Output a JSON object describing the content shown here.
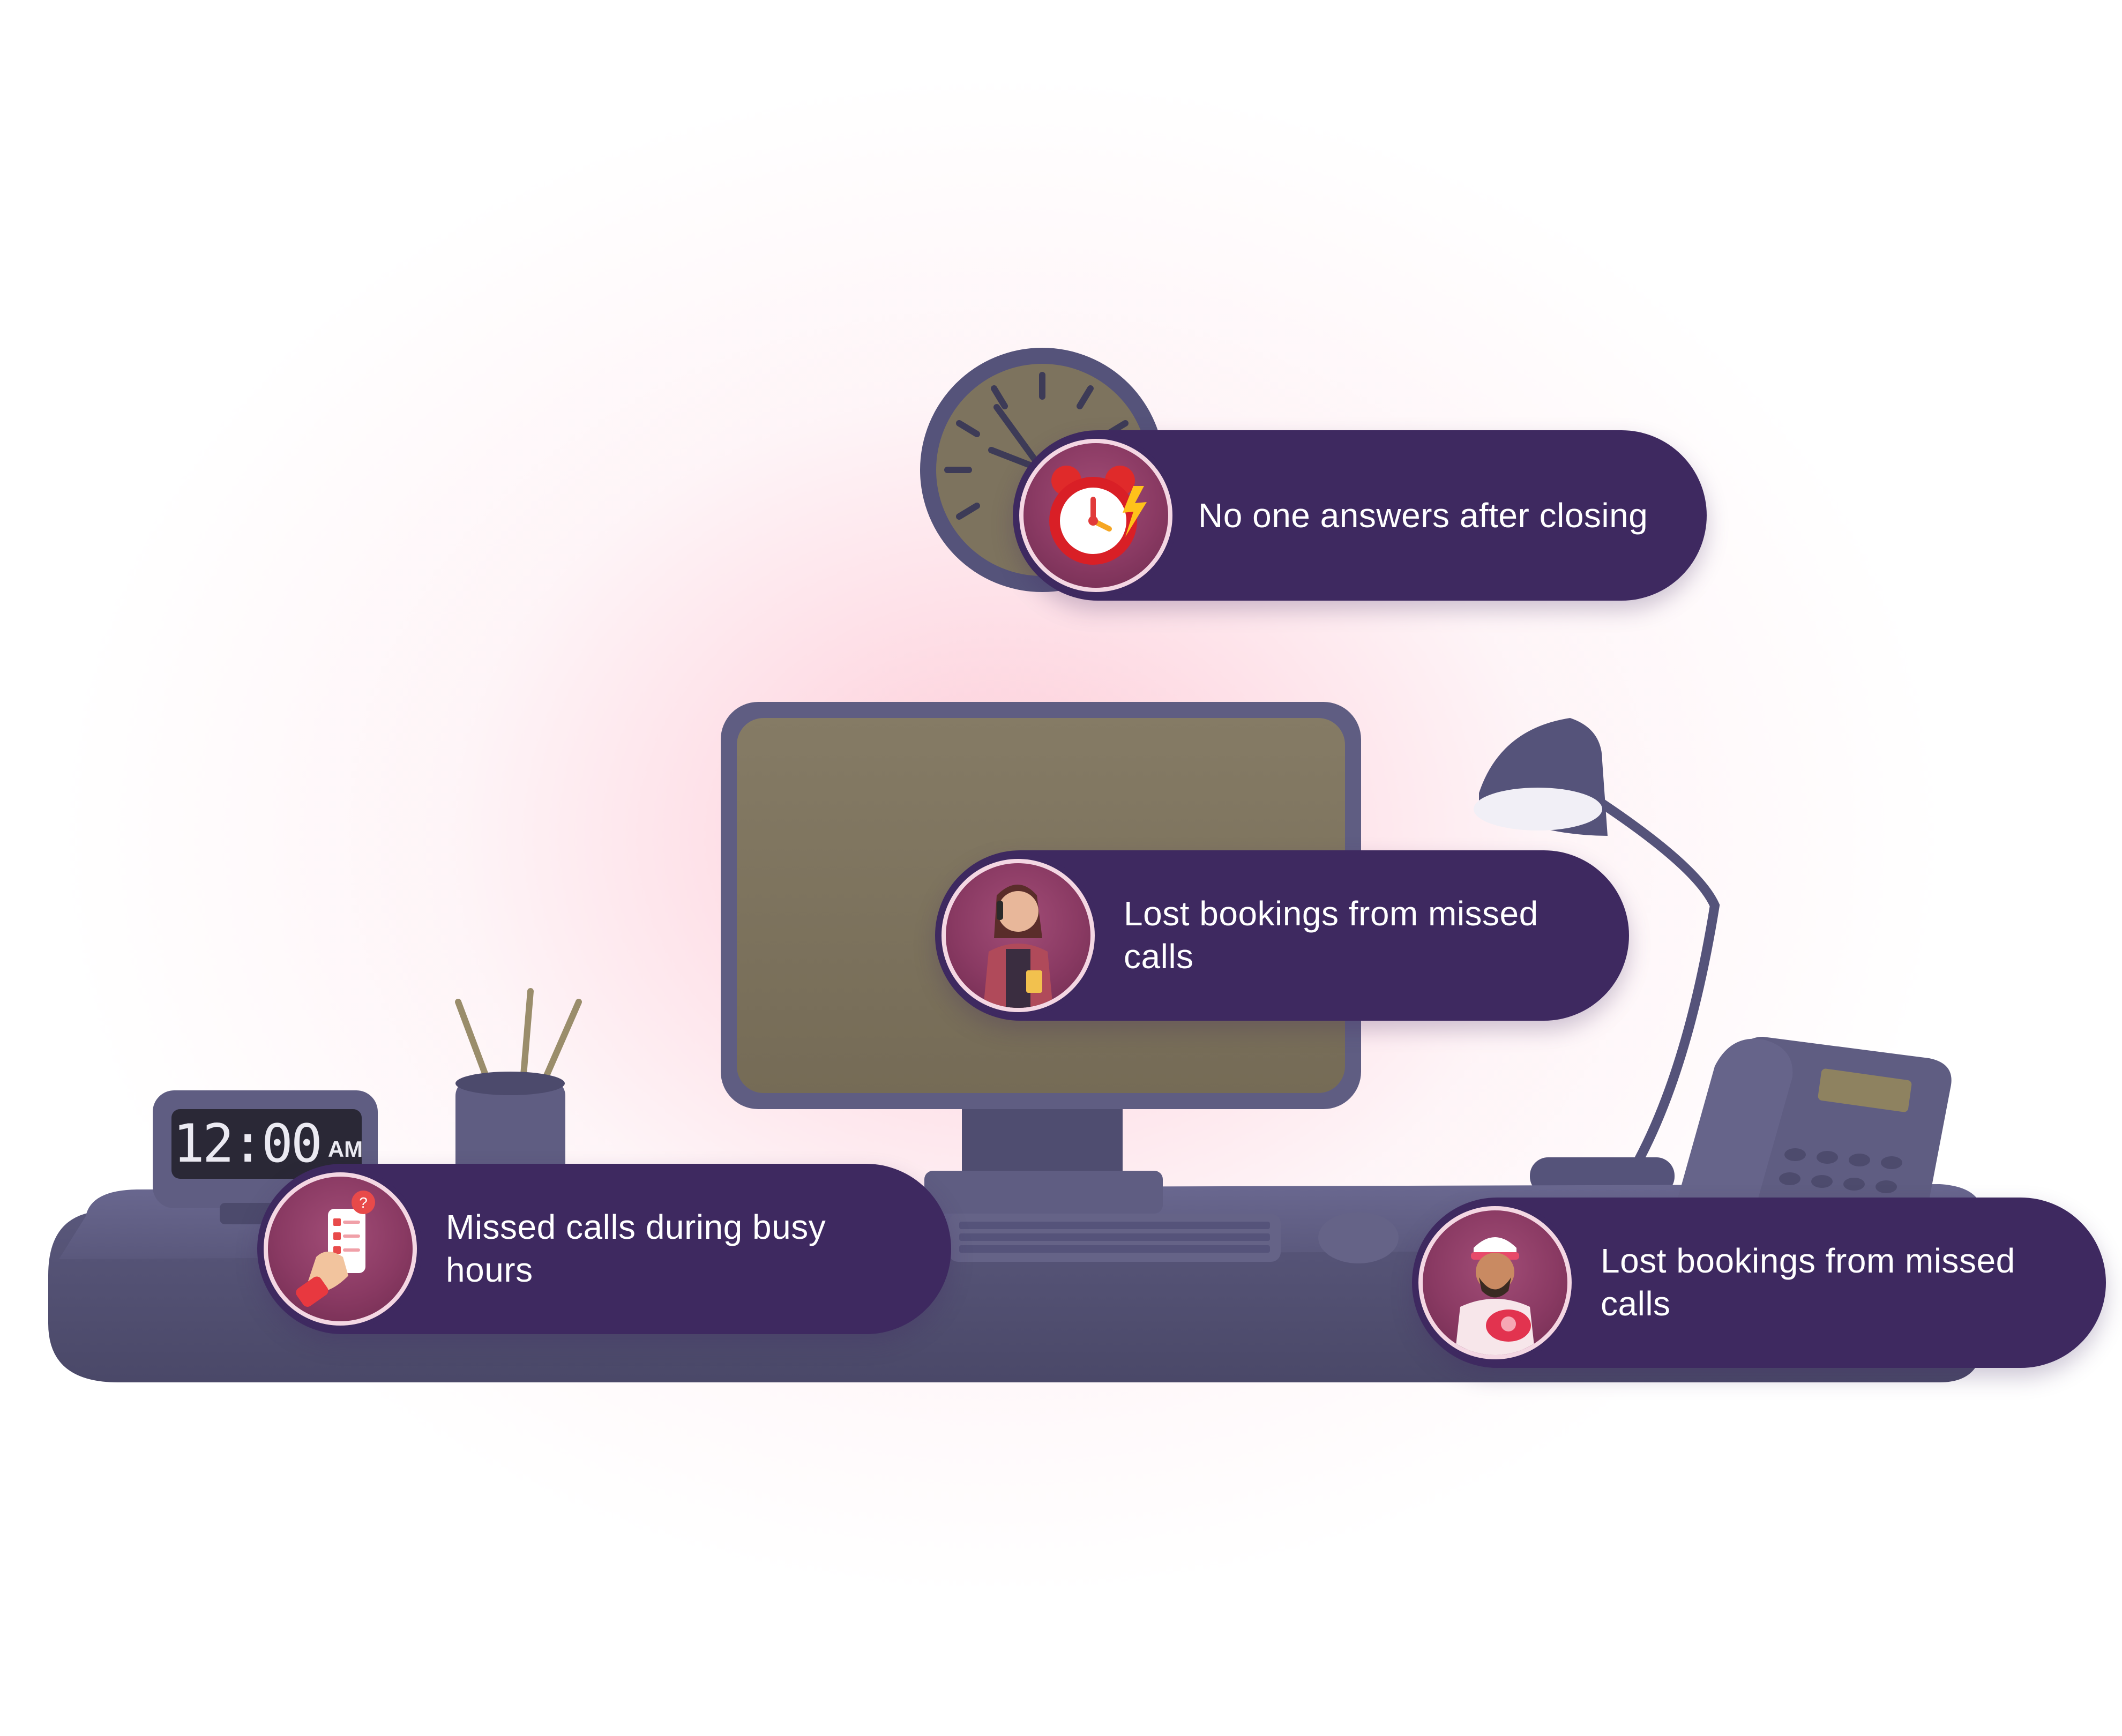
{
  "cards": [
    {
      "id": "after-hours",
      "lines": [
        "No one answers after closing"
      ],
      "icon": "alarm-clock-icon"
    },
    {
      "id": "lost-bookings-woman",
      "lines": [
        "Lost bookings from missed",
        "calls"
      ],
      "icon": "woman-on-phone-avatar"
    },
    {
      "id": "busy-hours",
      "lines": [
        "Missed calls during busy",
        "hours"
      ],
      "icon": "hand-holding-phone-icon"
    },
    {
      "id": "lost-bookings-man",
      "lines": [
        "Lost bookings from missed",
        "calls"
      ],
      "icon": "man-with-telephone-avatar"
    }
  ],
  "desk_clock": {
    "time": "12:00",
    "period": "AM"
  },
  "colors": {
    "pill": "#3e2960",
    "avatar": "#8a3a63",
    "desk": "#5c5a7e",
    "monitor_screen": "#7d735e",
    "glow": "#fdc8d4"
  }
}
